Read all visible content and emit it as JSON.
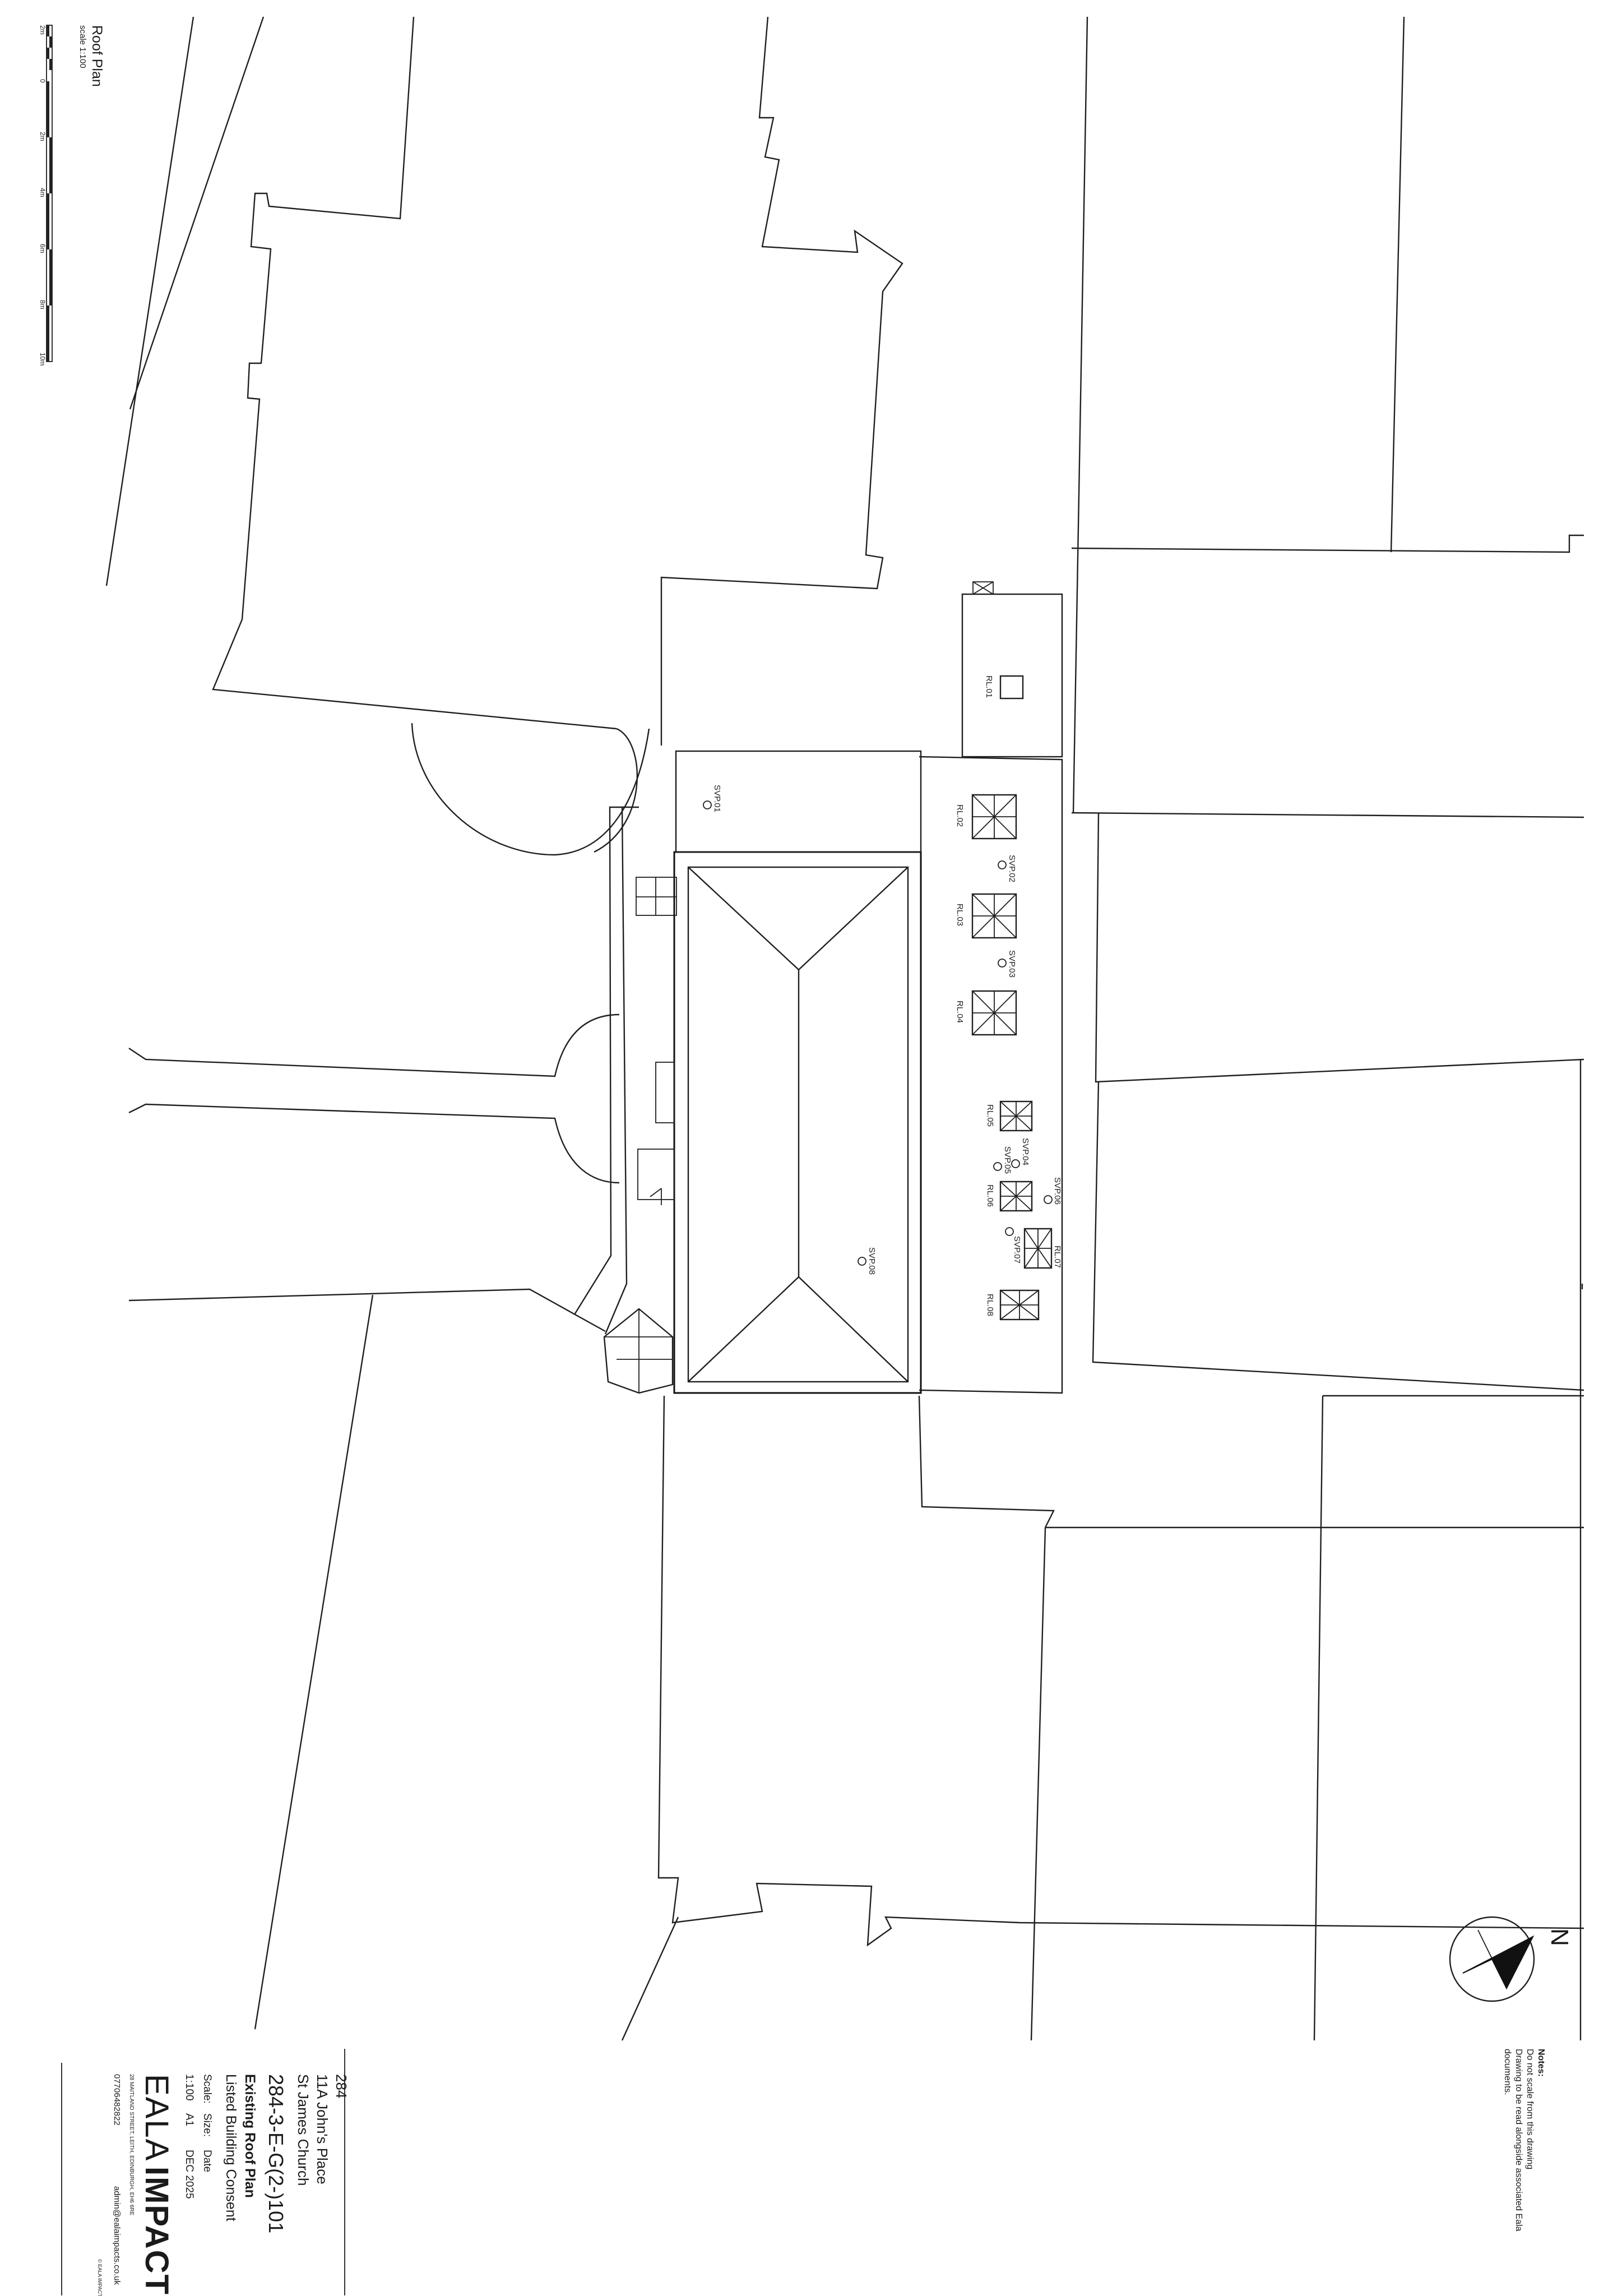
{
  "scale_bar": {
    "title": "Roof Plan",
    "scale": "scale 1:100",
    "ticks": [
      "2m",
      "0",
      "2m",
      "4m",
      "6m",
      "8m",
      "10m"
    ]
  },
  "plan_labels": {
    "rl01": "RL.01",
    "rl02": "RL.02",
    "rl03": "RL.03",
    "rl04": "RL.04",
    "rl05": "RL.05",
    "rl06": "RL.06",
    "rl07": "RL.07",
    "rl08": "RL.08",
    "svp01": "SVP.01",
    "svp02": "SVP.02",
    "svp03": "SVP.03",
    "svp04": "SVP.04",
    "svp05": "SVP.05",
    "svp06": "SVP.06",
    "svp07": "SVP.07",
    "svp08": "SVP.08"
  },
  "north": {
    "label": "N"
  },
  "notes": {
    "heading": "Notes:",
    "line1": "Do not scale from this drawing",
    "line2": "Drawing to be read alongside associated Eala",
    "line3": "documents."
  },
  "title_block": {
    "project_no": "284",
    "address_line1": "11A John's Place",
    "address_line2": "St James Church",
    "drawing_no": "284-3-E-G(2-)101",
    "drawing_title": "Existing Roof Plan",
    "purpose": "Listed Building Consent",
    "hdr_scale": "Scale:",
    "hdr_size": "Size:",
    "hdr_date": "Date",
    "val_scale": "1:100",
    "val_size": "A1",
    "val_date": "DEC 2025",
    "company_a": "EALA",
    "company_b": "IMPACTS",
    "company_address": "28 MAITLAND STREET, LEITH, EDINBURGH, EH6 6RE",
    "phone": "07706482822",
    "email": "admin@ealaimpacts.co.uk",
    "copyright": "© EALA IMPACTS"
  },
  "colors": {
    "line": "#1f1f1f",
    "paper": "#ffffff",
    "ink": "#1a1a1a"
  }
}
